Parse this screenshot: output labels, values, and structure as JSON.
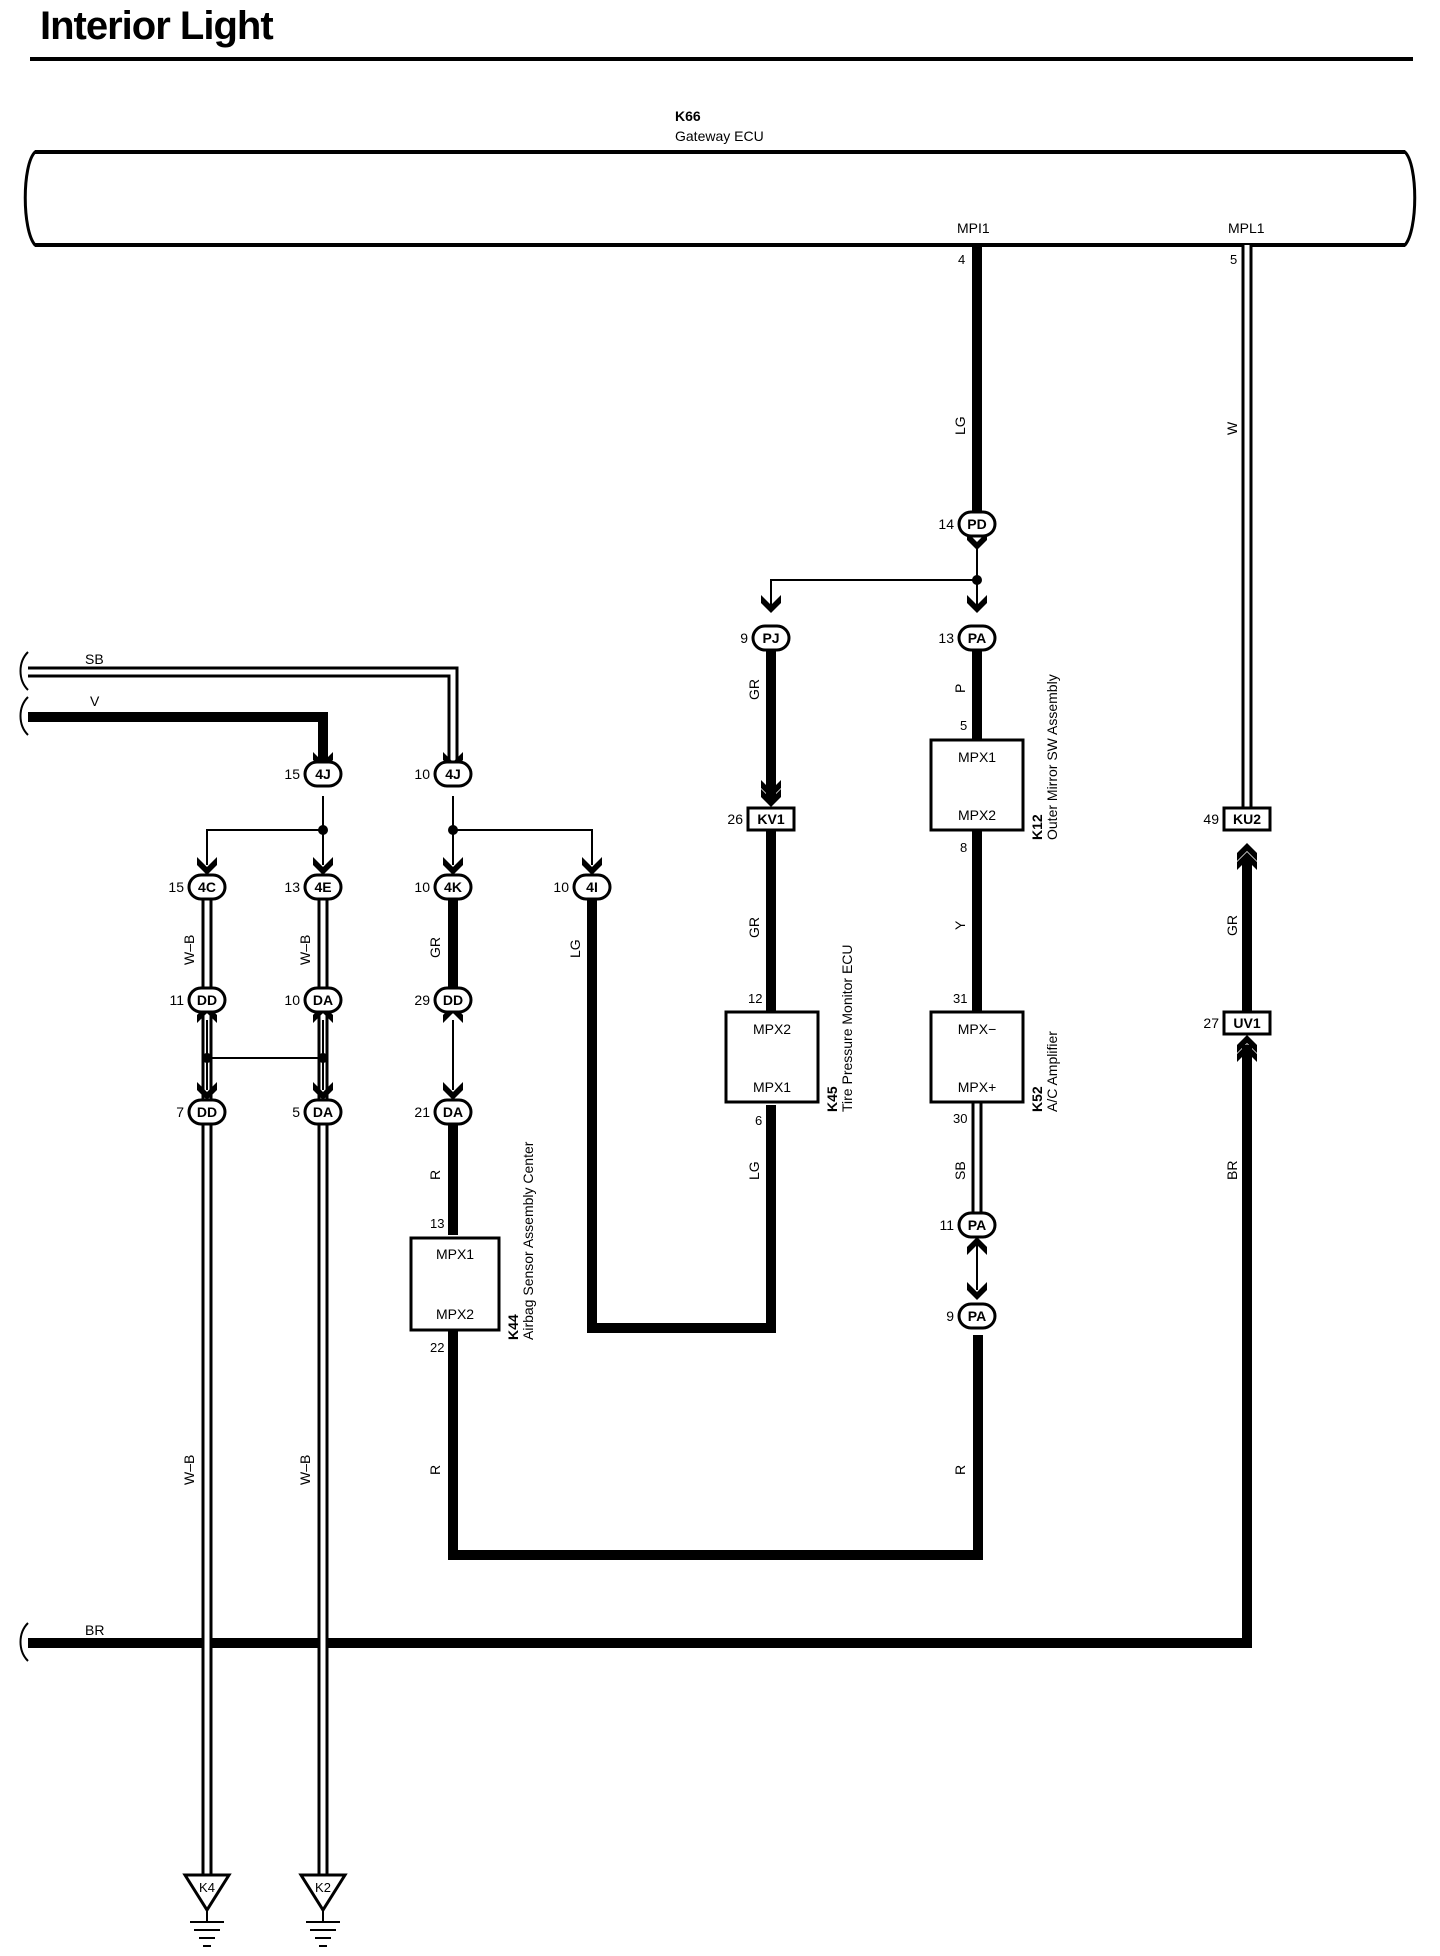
{
  "title": "Interior Light",
  "ecu": {
    "id": "K66",
    "name": "Gateway ECU",
    "pin_mpi1": "MPI1",
    "pin_mpl1": "MPL1",
    "pin_mpi1_no": "4",
    "pin_mpl1_no": "5"
  },
  "components": {
    "k12": {
      "id": "K12",
      "name": "Outer Mirror SW Assembly",
      "pin_a": "MPX1",
      "pin_b": "MPX2",
      "pin_a_no": "5",
      "pin_b_no": "8"
    },
    "k45": {
      "id": "K45",
      "name": "Tire Pressure Monitor ECU",
      "pin_a": "MPX2",
      "pin_b": "MPX1",
      "pin_a_no": "12",
      "pin_b_no": "6"
    },
    "k52": {
      "id": "K52",
      "name": "A/C Amplifier",
      "pin_a": "MPX−",
      "pin_b": "MPX+",
      "pin_a_no": "31",
      "pin_b_no": "30"
    },
    "k44": {
      "id": "K44",
      "name": "Airbag Sensor Assembly Center",
      "pin_a": "MPX1",
      "pin_b": "MPX2",
      "pin_a_no": "13",
      "pin_b_no": "22"
    }
  },
  "connectors": [
    {
      "code": "PD",
      "pin": "14"
    },
    {
      "code": "PJ",
      "pin": "9"
    },
    {
      "code": "PA",
      "pin": "13"
    },
    {
      "code": "KV1",
      "pin": "26"
    },
    {
      "code": "KU2",
      "pin": "49"
    },
    {
      "code": "UV1",
      "pin": "27"
    },
    {
      "code": "4J",
      "pin": "15"
    },
    {
      "code": "4J",
      "pin": "10"
    },
    {
      "code": "4C",
      "pin": "15"
    },
    {
      "code": "4E",
      "pin": "13"
    },
    {
      "code": "4K",
      "pin": "10"
    },
    {
      "code": "4I",
      "pin": "10"
    },
    {
      "code": "DD",
      "pin": "11"
    },
    {
      "code": "DA",
      "pin": "10"
    },
    {
      "code": "DD",
      "pin": "29"
    },
    {
      "code": "DD",
      "pin": "7"
    },
    {
      "code": "DA",
      "pin": "5"
    },
    {
      "code": "DA",
      "pin": "21"
    },
    {
      "code": "PA",
      "pin": "11"
    },
    {
      "code": "PA",
      "pin": "9"
    }
  ],
  "wire_colors": [
    "LG",
    "W",
    "GR",
    "P",
    "GR",
    "Y",
    "GR",
    "W–B",
    "W–B",
    "GR",
    "LG",
    "LG",
    "SB",
    "BR",
    "R",
    "R",
    "R",
    "W–B",
    "W–B"
  ],
  "left_wires": [
    "SB",
    "V",
    "BR"
  ],
  "grounds": [
    "K4",
    "K2"
  ]
}
